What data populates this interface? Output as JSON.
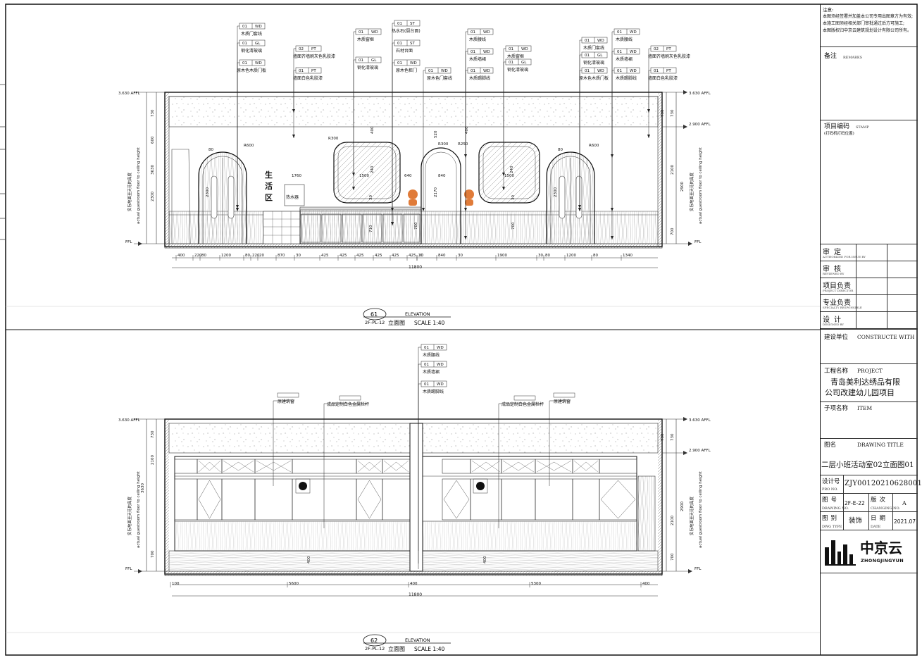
{
  "notes": {
    "title": "注意:",
    "lines": [
      "本图须经签署并加盖本公司专用出图章方为有效;",
      "本施工图须经相关部门审批通过后方可施工;",
      "本图版权归中京云建筑规划设计有限公司所有。"
    ]
  },
  "remarks": {
    "label": "备注",
    "sub": "REMARKS"
  },
  "project_code": {
    "label": "项目编码",
    "sub": "STAMP",
    "hint": "(打码机打码位置)"
  },
  "signatures": [
    {
      "label": "审定",
      "sub": "AUTHORIZED FOR ISSUE BY"
    },
    {
      "label": "审核",
      "sub": "REVIEWED BY"
    },
    {
      "label": "项目负责",
      "sub": "PROJECT DIRECTOR"
    },
    {
      "label": "专业负责",
      "sub": "SPECIALTY RESPONSIBLE"
    },
    {
      "label": "设计",
      "sub": "DESIGNED BY"
    }
  ],
  "construct": {
    "label": "建设单位",
    "en": "CONSTRUCTE WITH"
  },
  "project": {
    "label": "工程名称",
    "en": "PROJECT",
    "line1": "青岛美利达绣品有限",
    "line2": "公司改建幼儿园项目"
  },
  "subitem": {
    "label": "子项名称",
    "en": "ITEM"
  },
  "drawing": {
    "label": "图名",
    "en": "DRAWING TITLE",
    "title": "二层小班活动室02立面图01"
  },
  "meta": {
    "design_no_label": "设计号",
    "design_no_sub": "PRO NO.",
    "design_no": "ZJY00120210628001",
    "drawing_no_label": "图号",
    "drawing_no_sub": "DRAWING NO.",
    "drawing_no": "2F-E-22",
    "revision_label": "版次",
    "revision_sub": "CHANGING NO.",
    "revision": "A",
    "category_label": "图别",
    "category_sub": "DWG TYPE",
    "category": "装饰",
    "date_label": "日期",
    "date_sub": "DATE",
    "date": "2021.07"
  },
  "logo": {
    "cn": "中京云",
    "en": "ZHONGJINGYUN"
  },
  "elevation1": {
    "number": "61",
    "ref": "2F-PL-12",
    "heading": "ELEVATION",
    "title": "立面图",
    "scale": "SCALE 1:40",
    "level_top": "3.630 AFFL",
    "level_ceiling": "2.900 AFFL",
    "ffl": "FFL",
    "v_left": [
      "730",
      "600",
      "3630",
      "2300"
    ],
    "v_right": [
      "730",
      "730",
      "2100",
      "2900",
      "700"
    ],
    "v_caption_left_cn": "实际地面至天花的高度",
    "v_caption_left_en": "actual guestroom floor to ceiling height",
    "bottom_dims": [
      "400",
      "220",
      "80",
      "1200",
      "80",
      "220",
      "20",
      "870",
      "30",
      "425",
      "425",
      "425",
      "425",
      "425",
      "425",
      "30",
      "20",
      "840",
      "30",
      "1900",
      "30",
      "80",
      "1200",
      "80",
      "1340"
    ],
    "total": "11800",
    "inner_dims": [
      "1760",
      "1500",
      "640",
      "840",
      "1500",
      "2170",
      "520",
      "400",
      "400",
      "240",
      "240",
      "30",
      "30",
      "710",
      "700",
      "700",
      "2300",
      "2300",
      "R600",
      "R600",
      "R300",
      "R300",
      "R250",
      "80",
      "80"
    ],
    "zone_label": [
      "生",
      "活",
      "区"
    ],
    "heater_label": "热水器",
    "callouts": [
      {
        "tag": "01",
        "code": "WD",
        "text": "木质门套线"
      },
      {
        "tag": "01",
        "code": "GL",
        "text": "钢化清玻璃"
      },
      {
        "tag": "01",
        "code": "WD",
        "text": "原木色木质门板"
      },
      {
        "tag": "02",
        "code": "PT",
        "text": "墙面齐墙刷灰色乳胶漆"
      },
      {
        "tag": "01",
        "code": "PT",
        "text": "墙面白色乳胶漆"
      },
      {
        "tag": "01",
        "code": "WD",
        "text": "木质窗框"
      },
      {
        "tag": "01",
        "code": "GL",
        "text": "钢化清玻璃"
      },
      {
        "tag": "01",
        "code": "ST",
        "text": "热水石(厨台面)"
      },
      {
        "tag": "01",
        "code": "ST",
        "text": "石材台面"
      },
      {
        "tag": "01",
        "code": "WD",
        "text": "原木色柜门"
      },
      {
        "tag": "01",
        "code": "WD",
        "text": "原木色门套线"
      },
      {
        "tag": "01",
        "code": "WD",
        "text": "木质腰线"
      },
      {
        "tag": "01",
        "code": "WD",
        "text": "木质墙裙"
      },
      {
        "tag": "01",
        "code": "WD",
        "text": "木质踢脚线"
      },
      {
        "tag": "01",
        "code": "WD",
        "text": "木质窗框"
      },
      {
        "tag": "01",
        "code": "GL",
        "text": "钢化清玻璃"
      },
      {
        "tag": "01",
        "code": "WD",
        "text": "木质门套线"
      },
      {
        "tag": "01",
        "code": "GL",
        "text": "钢化清玻璃"
      },
      {
        "tag": "01",
        "code": "WD",
        "text": "原木色木质门板"
      },
      {
        "tag": "01",
        "code": "WD",
        "text": "木质腰线"
      },
      {
        "tag": "01",
        "code": "WD",
        "text": "木质墙裙"
      },
      {
        "tag": "01",
        "code": "WD",
        "text": "木质踢脚线"
      },
      {
        "tag": "02",
        "code": "PT",
        "text": "墙面齐墙刷灰色乳胶漆"
      },
      {
        "tag": "01",
        "code": "PT",
        "text": "墙面白色乳胶漆"
      }
    ]
  },
  "elevation2": {
    "number": "62",
    "ref": "2F-PL-12",
    "heading": "ELEVATION",
    "title": "立面图",
    "scale": "SCALE 1:40",
    "level_top": "3.630 AFFL",
    "level_ceiling": "2.900 AFFL",
    "ffl": "FFL",
    "v_left": [
      "730",
      "3630",
      "2100",
      "700"
    ],
    "v_right": [
      "730",
      "730",
      "2100",
      "2900",
      "700"
    ],
    "v_caption_cn": "实际地面至天花的高度",
    "v_caption_en": "actual guestroom floor to ceiling height",
    "bottom_dims": [
      "100",
      "5600",
      "400",
      "5300",
      "400"
    ],
    "total": "11800",
    "inner_dims": [
      "400",
      "400"
    ],
    "callouts": [
      {
        "tag": "01",
        "code": "WD",
        "text": "木质腰线"
      },
      {
        "tag": "01",
        "code": "WD",
        "text": "木质墙裙"
      },
      {
        "tag": "01",
        "code": "WD",
        "text": "木质踢脚线"
      }
    ],
    "labels": [
      "原建筑窗",
      "成品定制白色金属栏杆",
      "成品定制白色金属栏杆",
      "原建筑窗"
    ]
  }
}
